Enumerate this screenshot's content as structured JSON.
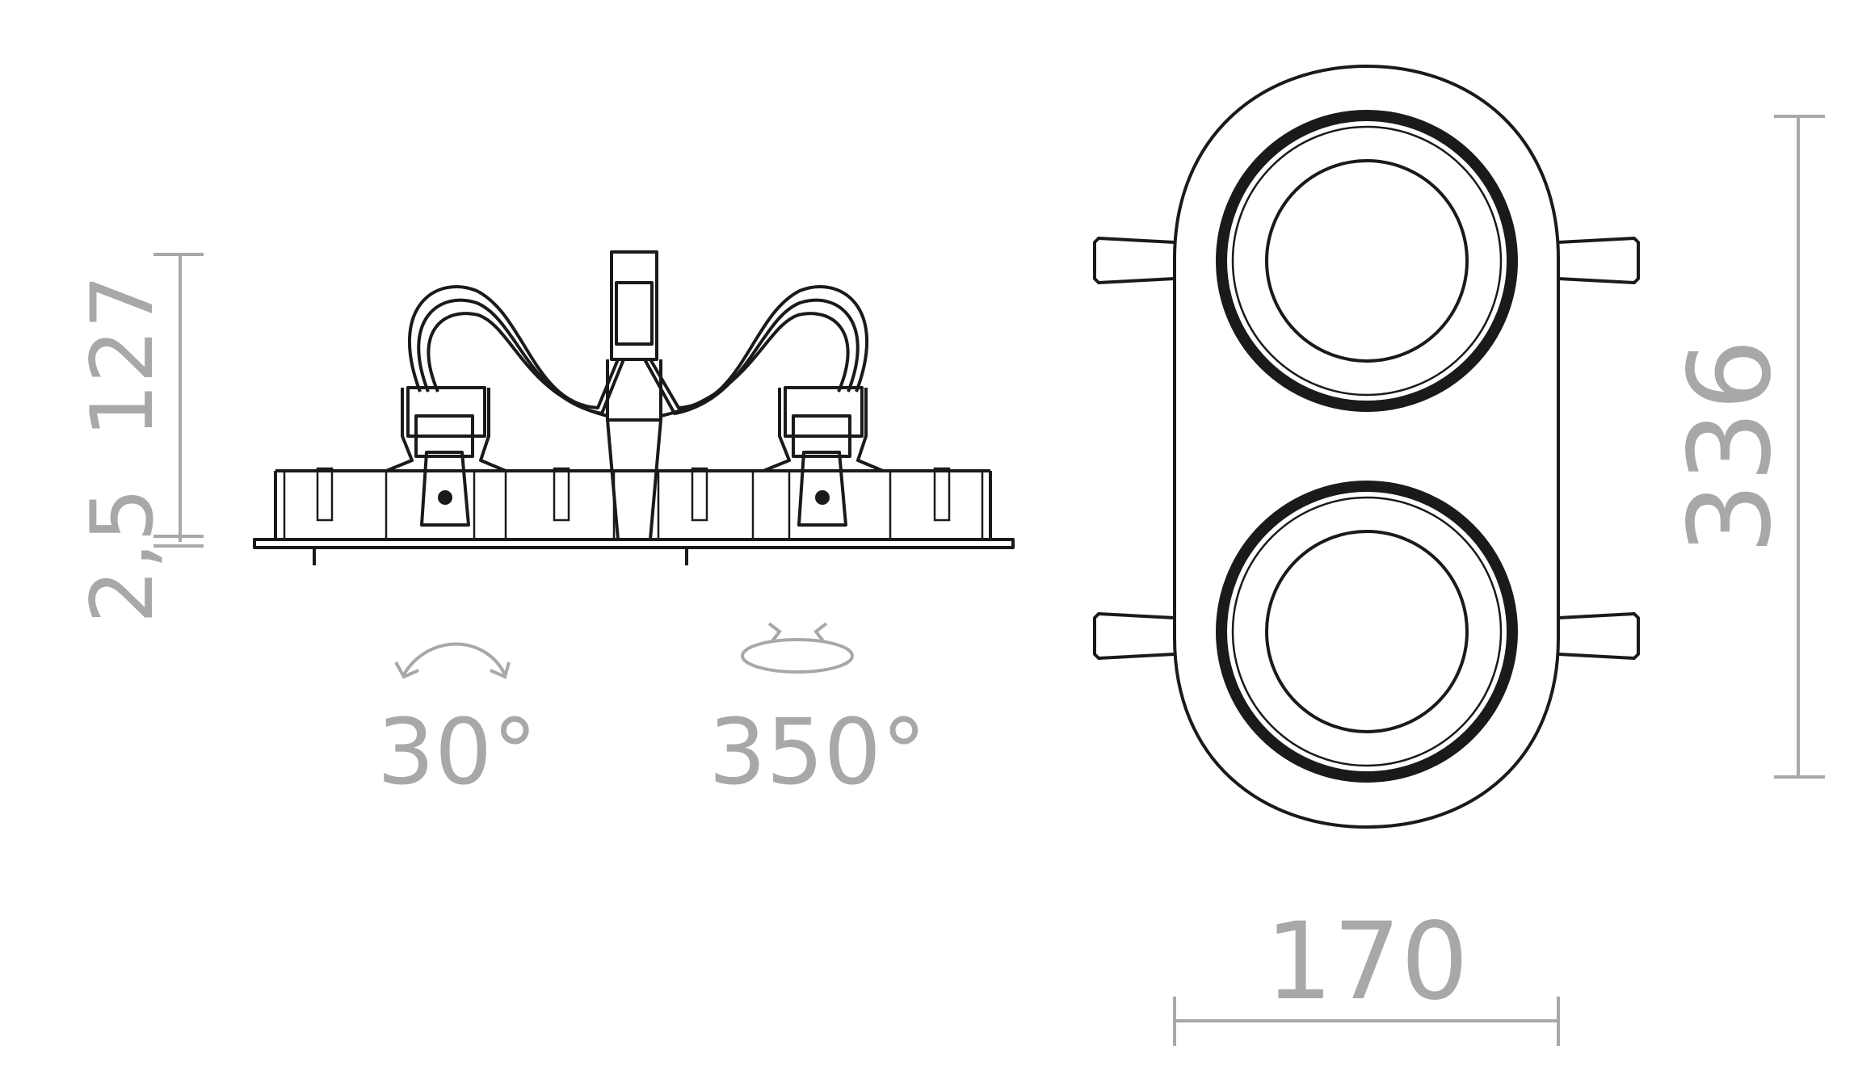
{
  "dimensions": {
    "height": "127",
    "plate_thickness": "2,5",
    "length": "336",
    "width": "170"
  },
  "rotation": {
    "tilt_label": "30°",
    "swivel_label": "350°"
  },
  "colors": {
    "drawing": "#1a1a1a",
    "dimension": "#a8a8a8"
  }
}
